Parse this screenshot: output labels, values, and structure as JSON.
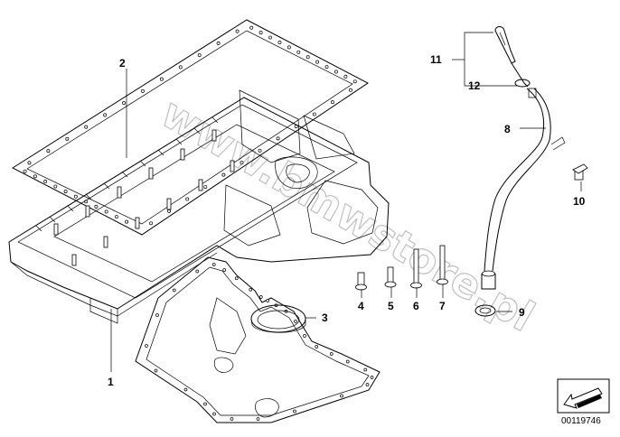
{
  "callouts": {
    "c1": "1",
    "c2": "2",
    "c3": "3",
    "c4": "4",
    "c5": "5",
    "c6": "6",
    "c7": "7",
    "c8": "8",
    "c9": "9",
    "c10": "10",
    "c11": "11",
    "c12": "12"
  },
  "watermark": "www.bmwstore.pl",
  "diagram_code": "00119746",
  "icons": {
    "nav": "arrow-icon"
  }
}
